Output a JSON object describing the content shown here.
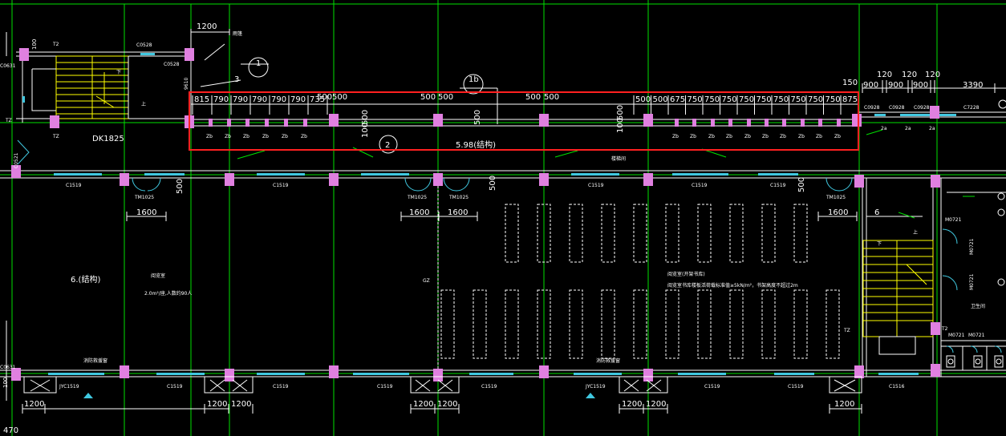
{
  "colors": {
    "background": "#000000",
    "grid_line": "#00e000",
    "wall": "#ffffff",
    "column": "#e080e0",
    "window": "#40c8e0",
    "stair": "#ffff00",
    "highlight": "#ff2020",
    "dashed": "#ffffff"
  },
  "top_dim": {
    "d1200": "1200",
    "label_rain": "雨篷",
    "axis_1": "1",
    "axis_3": "3",
    "axis_1b": "1b",
    "axis_2": "2",
    "left_100": "100",
    "left_9610": "9610"
  },
  "top_labels": {
    "t2": "T2",
    "c0528a": "C0528",
    "c0528b": "C0528",
    "c0631": "C0631",
    "tz_a": "TZ",
    "tz_b": "TZ",
    "dk": "DK1825",
    "down": "下",
    "up": "上"
  },
  "right_top": {
    "d150": "150",
    "d120a": "120",
    "d120b": "120",
    "d120c": "120",
    "d900a": "900",
    "d900b": "900",
    "d900c": "900",
    "d3390": "3390",
    "c0928a": "C0928",
    "c0928b": "C0928",
    "c0928c": "C0928",
    "c7228": "C7228",
    "twoa_a": "2a",
    "twoa_b": "2a",
    "twoa_c": "2a"
  },
  "beam_dims_left": [
    "815",
    "790",
    "790",
    "790",
    "790",
    "790",
    "735"
  ],
  "beam_dims_mid": [
    "500",
    "500",
    "500",
    "500",
    "500",
    "500"
  ],
  "beam_dims_right": [
    "500",
    "500",
    "675",
    "750",
    "750",
    "750",
    "750",
    "750",
    "750",
    "750",
    "750",
    "750",
    "875"
  ],
  "beam_vert": {
    "v500a": "500",
    "v100a": "100",
    "v500b": "500",
    "v100b": "100",
    "v500c": "500"
  },
  "beam_labels": {
    "zb": "Zb",
    "span": "5.98(结构)",
    "stair_well": "楼梯间"
  },
  "mid_labels": {
    "c1519": "C1519",
    "tm1025": "TM1025",
    "d1600": "1600",
    "d500": "500",
    "c0521": "C0521"
  },
  "room": {
    "left_title": "6.(结构)",
    "room_name": "阅览室",
    "area_note": "2.0m²/座,人数约90人",
    "gz": "GZ",
    "lib_title": "阅览室(开架书库)",
    "lib_note": "阅览室书库楼板活荷载标准值≥5kN/m²，书架高度不超过2m",
    "right_num": "6",
    "up": "上",
    "down": "下",
    "tz": "TZ",
    "m0721": "M0721",
    "tz2": "T2",
    "washroom": "卫生间"
  },
  "bottom": {
    "c0631": "C0631",
    "d100": "100",
    "fire_window_a": "消防救援窗",
    "fire_window_b": "消防救援窗",
    "jyc1519": "JYC1519",
    "c1519": "C1519",
    "c1516": "C1516",
    "d1200": "1200",
    "d470": "470"
  }
}
